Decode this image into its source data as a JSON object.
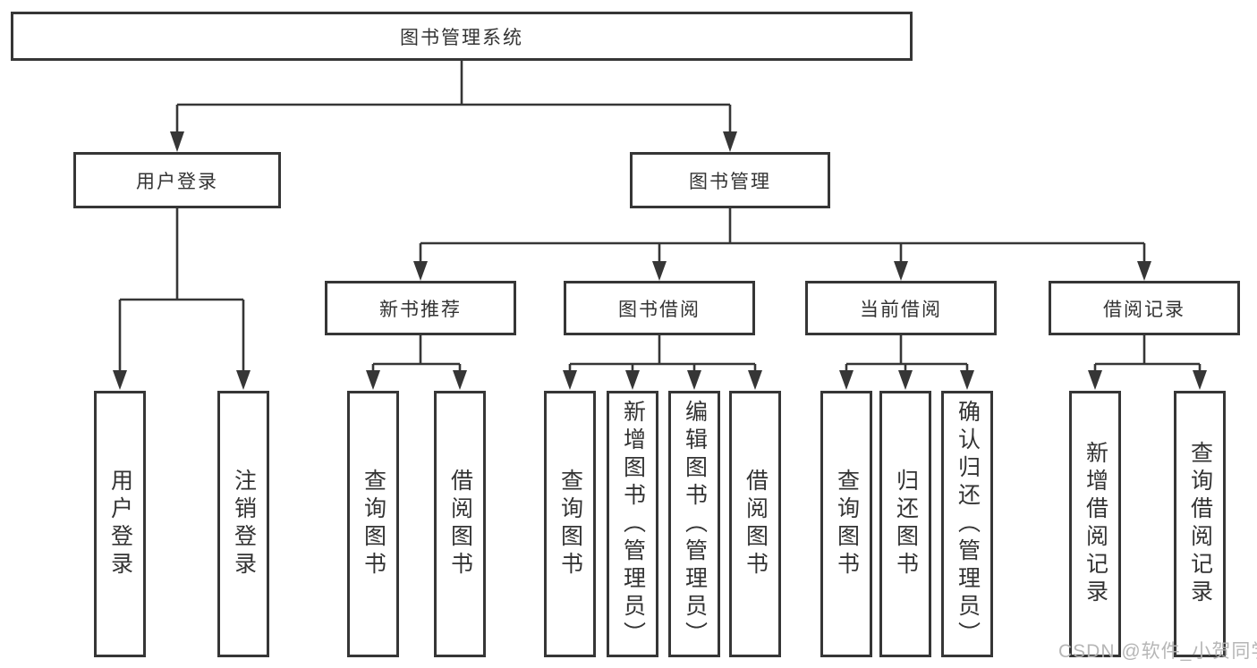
{
  "diagram": {
    "type": "hierarchy-tree",
    "nodes": {
      "root": "图书管理系统",
      "user_login": "用户登录",
      "book_management": "图书管理",
      "new_book_recommend": "新书推荐",
      "book_borrowing": "图书借阅",
      "current_borrowing": "当前借阅",
      "borrowing_records": "借阅记录",
      "leaf_user_login": "用户登录",
      "leaf_logout_login": "注销登录",
      "leaf_nbr_query_books": "查询图书",
      "leaf_nbr_borrow_books": "借阅图书",
      "leaf_bb_query_books": "查询图书",
      "leaf_bb_add_books": "新增图书（管理员）",
      "leaf_bb_edit_books": "编辑图书（管理员）",
      "leaf_bb_borrow_books": "借阅图书",
      "leaf_cb_query_books": "查询图书",
      "leaf_cb_return_books": "归还图书",
      "leaf_cb_confirm_return": "确认归还（管理员）",
      "leaf_br_add_record": "新增借阅记录",
      "leaf_br_query_record": "查询借阅记录"
    },
    "hierarchy": {
      "图书管理系统": {
        "用户登录": [
          "用户登录",
          "注销登录"
        ],
        "图书管理": {
          "新书推荐": [
            "查询图书",
            "借阅图书"
          ],
          "图书借阅": [
            "查询图书",
            "新增图书（管理员）",
            "编辑图书（管理员）",
            "借阅图书"
          ],
          "当前借阅": [
            "查询图书",
            "归还图书",
            "确认归还（管理员）"
          ],
          "借阅记录": [
            "新增借阅记录",
            "查询借阅记录"
          ]
        }
      }
    }
  },
  "watermark": {
    "text": "CSDN @软件_小贺同学"
  },
  "colors": {
    "line": "#363636",
    "box_border": "#363636",
    "box_fill": "#ffffff",
    "text": "#333333",
    "background": "#ffffff",
    "watermark": "#b3b3b3"
  }
}
